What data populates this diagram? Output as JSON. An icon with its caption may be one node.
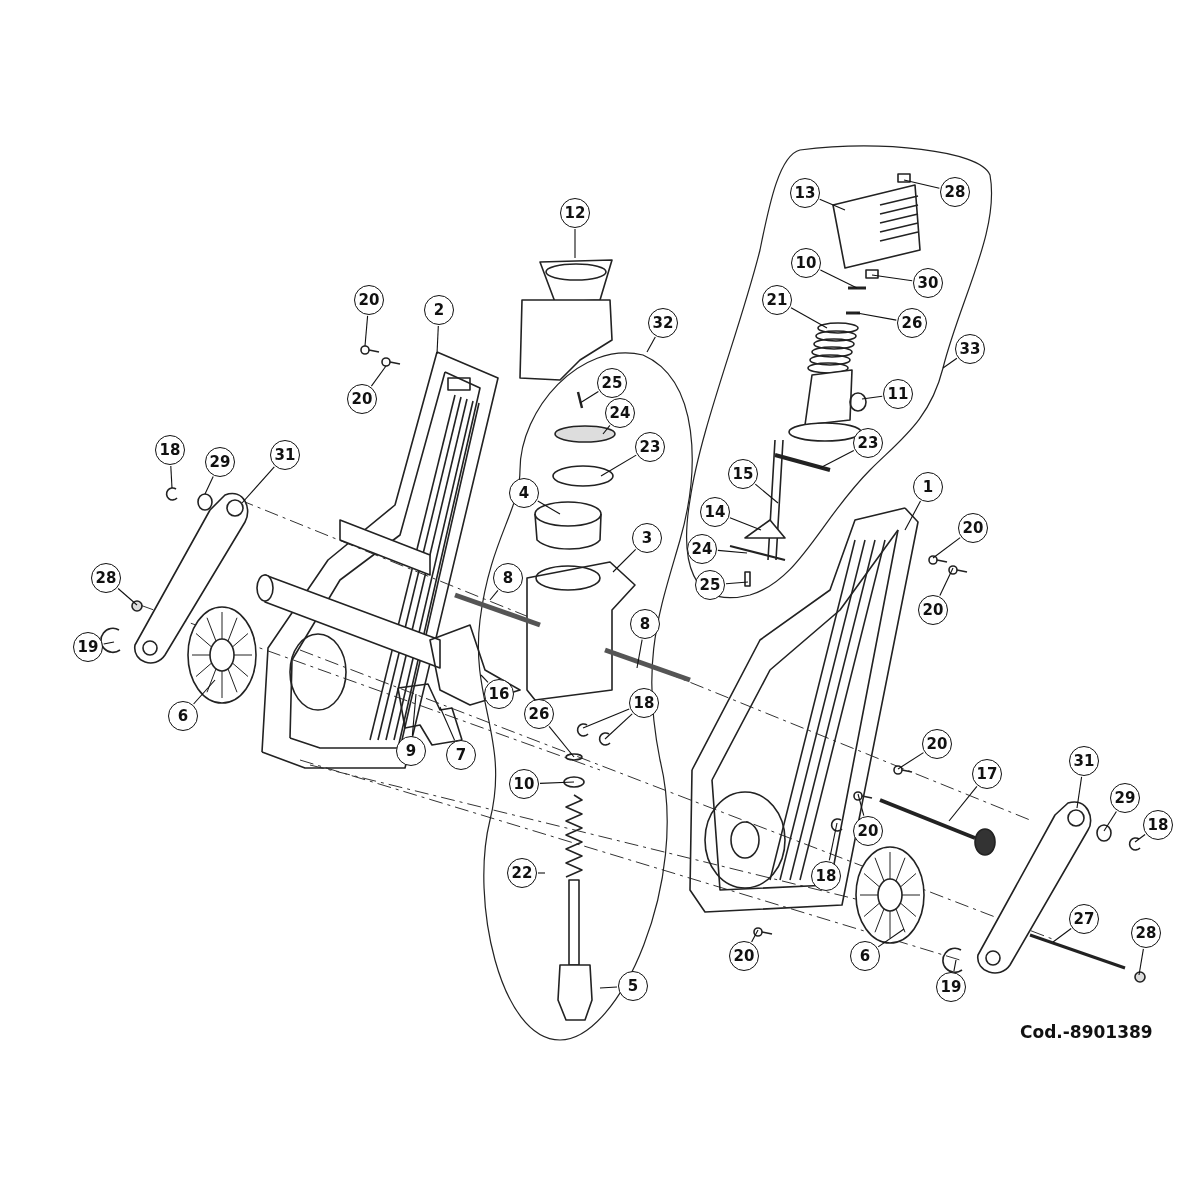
{
  "diagram": {
    "nodes": [
      {
        "text": [
          "28"
        ]
      },
      {
        "text": [
          "13"
        ]
      },
      {
        "text": [
          "12"
        ]
      },
      {
        "text": [
          "10"
        ]
      },
      {
        "text": [
          "30"
        ]
      },
      {
        "text": [
          "21"
        ]
      },
      {
        "text": [
          "20"
        ]
      },
      {
        "text": [
          "2"
        ]
      },
      {
        "text": [
          "26"
        ]
      },
      {
        "text": [
          "32"
        ]
      },
      {
        "text": [
          "33"
        ]
      },
      {
        "text": [
          "25"
        ]
      },
      {
        "text": [
          "11"
        ]
      },
      {
        "text": [
          "20"
        ]
      },
      {
        "text": [
          "24"
        ]
      },
      {
        "text": [
          "23"
        ]
      },
      {
        "text": [
          "23"
        ]
      },
      {
        "text": [
          "18"
        ]
      },
      {
        "text": [
          "31"
        ]
      },
      {
        "text": [
          "29"
        ]
      },
      {
        "text": [
          "15"
        ]
      },
      {
        "text": [
          "1"
        ]
      },
      {
        "text": [
          "4"
        ]
      },
      {
        "text": [
          "14"
        ]
      },
      {
        "text": [
          "20"
        ]
      },
      {
        "text": [
          "3"
        ]
      },
      {
        "text": [
          "24"
        ]
      },
      {
        "text": [
          "28"
        ]
      },
      {
        "text": [
          "8"
        ]
      },
      {
        "text": [
          "25"
        ]
      },
      {
        "text": [
          "20"
        ]
      },
      {
        "text": [
          "8"
        ]
      },
      {
        "text": [
          "19"
        ]
      },
      {
        "text": [
          "16"
        ]
      },
      {
        "text": [
          "18"
        ]
      },
      {
        "text": [
          "6"
        ]
      },
      {
        "text": [
          "26"
        ]
      },
      {
        "text": [
          "20"
        ]
      },
      {
        "text": [
          "9"
        ]
      },
      {
        "text": [
          "7"
        ]
      },
      {
        "text": [
          "31"
        ]
      },
      {
        "text": [
          "17"
        ]
      },
      {
        "text": [
          "10"
        ]
      },
      {
        "text": [
          "29"
        ]
      },
      {
        "text": [
          "18"
        ]
      },
      {
        "text": [
          "20"
        ]
      },
      {
        "text": [
          "22"
        ]
      },
      {
        "text": [
          "18"
        ]
      },
      {
        "text": [
          "27"
        ]
      },
      {
        "text": [
          "28"
        ]
      },
      {
        "text": [
          "20"
        ]
      },
      {
        "text": [
          "6"
        ]
      },
      {
        "text": [
          "19"
        ]
      },
      {
        "text": [
          "5"
        ]
      }
    ],
    "edges": [
      {
        "from": 0,
        "to": null,
        "arrow": "none"
      },
      {
        "from": 1,
        "to": null,
        "arrow": "none"
      },
      {
        "from": 2,
        "to": null,
        "arrow": "none"
      },
      {
        "from": 3,
        "to": null,
        "arrow": "none"
      },
      {
        "from": 4,
        "to": null,
        "arrow": "none"
      },
      {
        "from": 5,
        "to": null,
        "arrow": "none"
      },
      {
        "from": 6,
        "to": null,
        "arrow": "none"
      },
      {
        "from": 7,
        "to": null,
        "arrow": "none"
      },
      {
        "from": 8,
        "to": null,
        "arrow": "none"
      },
      {
        "from": 9,
        "to": null,
        "arrow": "none"
      },
      {
        "from": 10,
        "to": null,
        "arrow": "none"
      },
      {
        "from": 11,
        "to": null,
        "arrow": "none"
      },
      {
        "from": 12,
        "to": null,
        "arrow": "none"
      },
      {
        "from": 13,
        "to": null,
        "arrow": "none"
      },
      {
        "from": 14,
        "to": null,
        "arrow": "none"
      },
      {
        "from": 15,
        "to": null,
        "arrow": "none"
      },
      {
        "from": 16,
        "to": null,
        "arrow": "none"
      },
      {
        "from": 17,
        "to": null,
        "arrow": "none"
      },
      {
        "from": 18,
        "to": null,
        "arrow": "none"
      },
      {
        "from": 19,
        "to": null,
        "arrow": "none"
      },
      {
        "from": 20,
        "to": null,
        "arrow": "none"
      },
      {
        "from": 21,
        "to": null,
        "arrow": "none"
      },
      {
        "from": 22,
        "to": null,
        "arrow": "none"
      },
      {
        "from": 23,
        "to": null,
        "arrow": "none"
      },
      {
        "from": 24,
        "to": null,
        "arrow": "none"
      },
      {
        "from": 25,
        "to": null,
        "arrow": "none"
      },
      {
        "from": 26,
        "to": null,
        "arrow": "none"
      },
      {
        "from": 27,
        "to": null,
        "arrow": "none"
      },
      {
        "from": 28,
        "to": null,
        "arrow": "none"
      },
      {
        "from": 29,
        "to": null,
        "arrow": "none"
      },
      {
        "from": 30,
        "to": null,
        "arrow": "none"
      },
      {
        "from": 31,
        "to": null,
        "arrow": "none"
      },
      {
        "from": 32,
        "to": null,
        "arrow": "none"
      },
      {
        "from": 33,
        "to": null,
        "arrow": "none"
      },
      {
        "from": 34,
        "to": null,
        "arrow": "none"
      },
      {
        "from": 34,
        "to": null,
        "arrow": "none"
      },
      {
        "from": 35,
        "to": null,
        "arrow": "none"
      },
      {
        "from": 36,
        "to": null,
        "arrow": "none"
      },
      {
        "from": 37,
        "to": null,
        "arrow": "none"
      },
      {
        "from": 38,
        "to": null,
        "arrow": "none"
      },
      {
        "from": 39,
        "to": null,
        "arrow": "none"
      },
      {
        "from": 40,
        "to": null,
        "arrow": "none"
      },
      {
        "from": 41,
        "to": null,
        "arrow": "none"
      },
      {
        "from": 42,
        "to": null,
        "arrow": "none"
      },
      {
        "from": 43,
        "to": null,
        "arrow": "none"
      },
      {
        "from": 44,
        "to": null,
        "arrow": "none"
      },
      {
        "from": 45,
        "to": null,
        "arrow": "none"
      },
      {
        "from": 46,
        "to": null,
        "arrow": "none"
      },
      {
        "from": 47,
        "to": null,
        "arrow": "none"
      },
      {
        "from": 48,
        "to": null,
        "arrow": "none"
      },
      {
        "from": 49,
        "to": null,
        "arrow": "none"
      },
      {
        "from": 50,
        "to": null,
        "arrow": "none"
      },
      {
        "from": 51,
        "to": null,
        "arrow": "none"
      },
      {
        "from": 52,
        "to": null,
        "arrow": "none"
      },
      {
        "from": 53,
        "to": null,
        "arrow": "none"
      }
    ],
    "labels": [
      "Cod.-8901389"
    ]
  }
}
